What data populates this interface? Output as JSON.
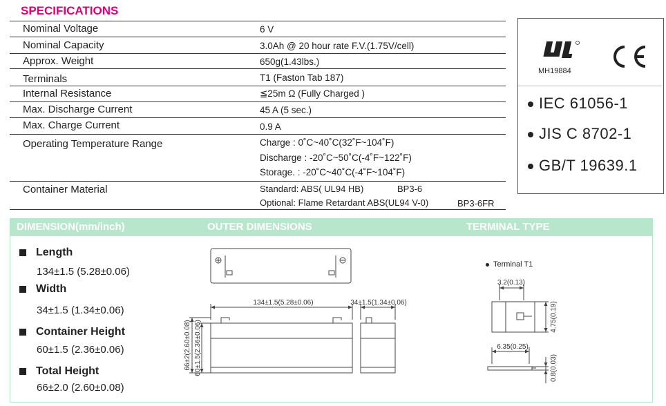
{
  "specifications": {
    "title": "SPECIFICATIONS",
    "rows": [
      {
        "label": "Nominal Voltage",
        "value": "6 V"
      },
      {
        "label": "Nominal Capacity",
        "value": "3.0Ah @ 20 hour rate F.V.(1.75V/cell)"
      },
      {
        "label": "Approx. Weight",
        "value": "650g(1.43lbs.)"
      },
      {
        "label": "Terminals",
        "value": "T1 (Faston Tab 187)"
      },
      {
        "label": "Internal Resistance",
        "value": "≦25m Ω  (Fully Charged )"
      },
      {
        "label": "Max. Discharge Current",
        "value": "45 A (5 sec.)"
      },
      {
        "label": "Max. Charge Current",
        "value": "0.9 A"
      },
      {
        "label": "Operating Temperature Range",
        "lines": [
          "Charge : 0˚C~40˚C(32˚F~104˚F)",
          "Discharge : -20˚C~50˚C(-4˚F~122˚F)",
          "Storage. : -20˚C~40˚C(-4˚F~104˚F)"
        ]
      },
      {
        "label": "Container Material",
        "lines": [
          "Standard: ABS( UL94 HB)",
          "Optional: Flame Retardant ABS(UL94 V-0)"
        ],
        "codes": [
          "BP3-6",
          "BP3-6FR"
        ]
      }
    ]
  },
  "certifications": {
    "ul_file": "MH19884",
    "standards": [
      "IEC 61056-1",
      "JIS C 8702-1",
      "GB/T 19639.1"
    ]
  },
  "dimension_section": {
    "headers": [
      "DIMENSION(mm/inch)",
      "OUTER DIMENSIONS",
      "TERMINAL TYPE"
    ],
    "items": [
      {
        "label": "Length",
        "value": "134±1.5",
        "value_in": "(5.28±0.06)"
      },
      {
        "label": "Width",
        "value": "34±1.5",
        "value_in": "(1.34±0.06)"
      },
      {
        "label": "Container Height",
        "value": "60±1.5",
        "value_in": "(2.36±0.06)"
      },
      {
        "label": "Total  Height",
        "value": "66±2.0",
        "value_in": "(2.60±0.08)"
      }
    ],
    "drawing_labels": {
      "length": "134±1.5(5.28±0.06)",
      "width": "34±1.5(1.34±0.06)",
      "total_height": "66±2(2.60±0.08)",
      "container_height": "60±1.5(2.36±0.06)"
    },
    "terminal": {
      "name": "Terminal T1",
      "dim_width": "3.2(0.13)",
      "dim_height": "4.75(0.19)",
      "dim_length": "6.35(0.25)",
      "dim_thickness": "0.8(0.03)"
    }
  }
}
